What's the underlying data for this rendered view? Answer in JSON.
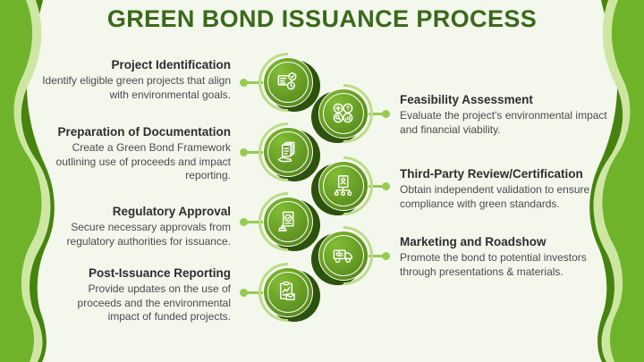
{
  "title": "GREEN BOND ISSUANCE PROCESS",
  "steps": [
    {
      "side": "left",
      "title": "Project Identification",
      "desc": "Identify eligible green projects that align with environmental goals.",
      "icon": "project-identification-icon"
    },
    {
      "side": "right",
      "title": "Feasibility Assessment",
      "desc": "Evaluate the project's environmental impact and financial viability.",
      "icon": "feasibility-assessment-icon"
    },
    {
      "side": "left",
      "title": "Preparation of Documentation",
      "desc": "Create a Green Bond Framework outlining use of proceeds and impact reporting.",
      "icon": "documentation-icon"
    },
    {
      "side": "right",
      "title": "Third-Party Review/Certification",
      "desc": "Obtain independent validation to ensure compliance with green standards.",
      "icon": "certification-icon"
    },
    {
      "side": "left",
      "title": "Regulatory Approval",
      "desc": "Secure necessary approvals from regulatory authorities for issuance.",
      "icon": "approval-icon"
    },
    {
      "side": "right",
      "title": "Marketing and Roadshow",
      "desc": "Promote the bond to potential investors through presentations & materials.",
      "icon": "roadshow-icon"
    },
    {
      "side": "left",
      "title": "Post-Issuance Reporting",
      "desc": "Provide updates on the use of proceeds and the environmental impact of funded projects.",
      "icon": "reporting-icon"
    }
  ],
  "colors": {
    "background": "#f3f7ec",
    "title_green": "#3a691b",
    "heading_text": "#2e2e2e",
    "body_text": "#4c4c4c",
    "circle_green": "#639723",
    "circle_dark_crescent": "#2c520c",
    "arc_light_green": "#bbdc87",
    "connector_green": "#98ca52",
    "wave_bright": "#6fb32a",
    "wave_light": "#cde7a3",
    "wave_dark": "#47830f"
  }
}
